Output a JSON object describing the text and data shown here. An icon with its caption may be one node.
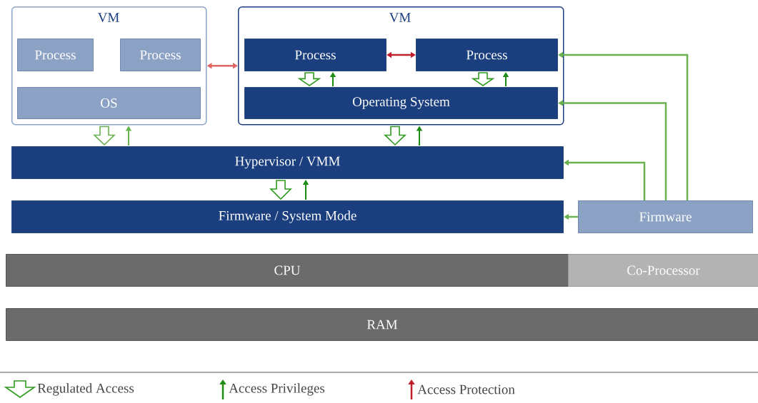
{
  "diagram": {
    "nodes": [
      {
        "text": [
          "VM"
        ]
      },
      {
        "text": [
          "Process"
        ],
        "in": 0
      },
      {
        "text": [
          "Process"
        ],
        "in": 0
      },
      {
        "text": [
          "OS"
        ],
        "in": 0
      },
      {
        "text": [
          "VM"
        ]
      },
      {
        "text": [
          "Process"
        ],
        "in": 4
      },
      {
        "text": [
          "Process"
        ],
        "in": 4
      },
      {
        "text": [
          "Operating System"
        ],
        "in": 4
      },
      {
        "text": [
          "Hypervisor / VMM"
        ]
      },
      {
        "text": [
          "Firmware / System Mode"
        ]
      },
      {
        "text": [
          "Firmware"
        ]
      },
      {
        "text": [
          "CPU"
        ]
      },
      {
        "text": [
          "Co-Processor"
        ]
      },
      {
        "text": [
          "RAM"
        ]
      }
    ],
    "edges": [
      {
        "from": 0,
        "to": 4,
        "arrow": "both",
        "color": "#e06666"
      },
      {
        "from": 5,
        "to": 6,
        "arrow": "both",
        "color": "#c0202e"
      },
      {
        "from": 10,
        "to": 6,
        "arrow": "to"
      },
      {
        "from": 10,
        "to": 7,
        "arrow": "to"
      },
      {
        "from": 10,
        "to": 8,
        "arrow": "to"
      },
      {
        "from": 10,
        "to": 9,
        "arrow": "to"
      },
      {
        "from": 5,
        "to": 7,
        "arrow": "to",
        "style": "thick",
        "color": "#2e9a1e"
      },
      {
        "from": 7,
        "to": 5,
        "arrow": "to",
        "color": "#1e8c14"
      },
      {
        "from": 6,
        "to": 7,
        "arrow": "to",
        "style": "thick",
        "color": "#2e9a1e"
      },
      {
        "from": 7,
        "to": 6,
        "arrow": "to",
        "color": "#1e8c14"
      },
      {
        "from": 0,
        "to": 8,
        "arrow": "to",
        "style": "thick"
      },
      {
        "from": 8,
        "to": 0,
        "arrow": "to"
      },
      {
        "from": 4,
        "to": 8,
        "arrow": "to",
        "style": "thick",
        "color": "#2e9a1e"
      },
      {
        "from": 8,
        "to": 4,
        "arrow": "to",
        "color": "#1e8c14"
      },
      {
        "from": 8,
        "to": 9,
        "arrow": "to",
        "style": "thick",
        "color": "#2e9a1e"
      },
      {
        "from": 9,
        "to": 8,
        "arrow": "to",
        "color": "#1e8c14"
      }
    ],
    "legend": [
      {
        "text": "Regulated Access"
      },
      {
        "text": "Access Privileges"
      },
      {
        "text": "Access Protection"
      }
    ]
  }
}
